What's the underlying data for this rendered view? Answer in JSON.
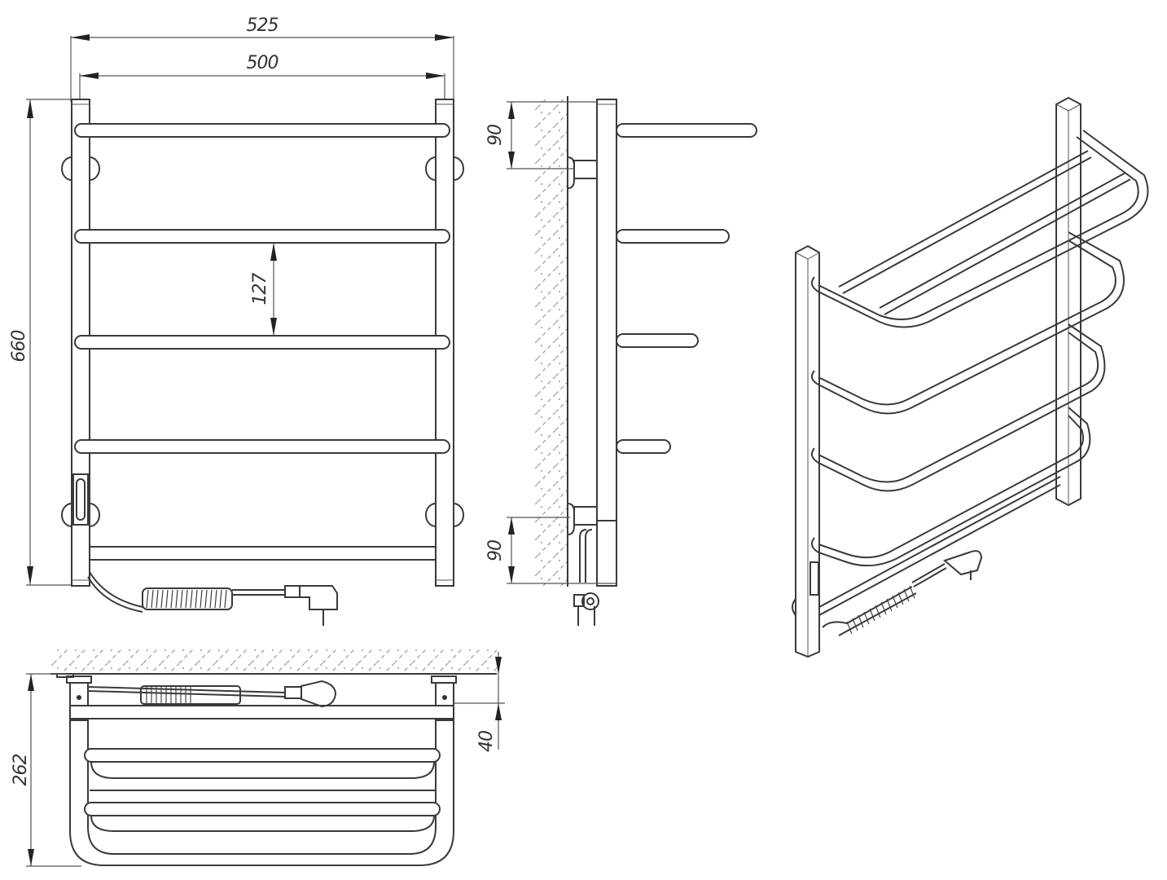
{
  "drawing": {
    "subject": "Electric heated towel rail — technical drawing",
    "views": [
      "front",
      "side",
      "top",
      "isometric"
    ],
    "units": "mm",
    "line_color": "#3a3a3a",
    "background": "#ffffff"
  },
  "dimensions": {
    "overall_width": "525",
    "center_width": "500",
    "height": "660",
    "bar_spacing": "127",
    "side_top_offset": "90",
    "side_bottom_offset": "90",
    "depth": "262",
    "wall_clearance": "40"
  },
  "components": {
    "horizontal_bars": 5,
    "wall_brackets": 4,
    "power_cord": "coiled cable with angled plug",
    "heater_switch": "on left post"
  }
}
